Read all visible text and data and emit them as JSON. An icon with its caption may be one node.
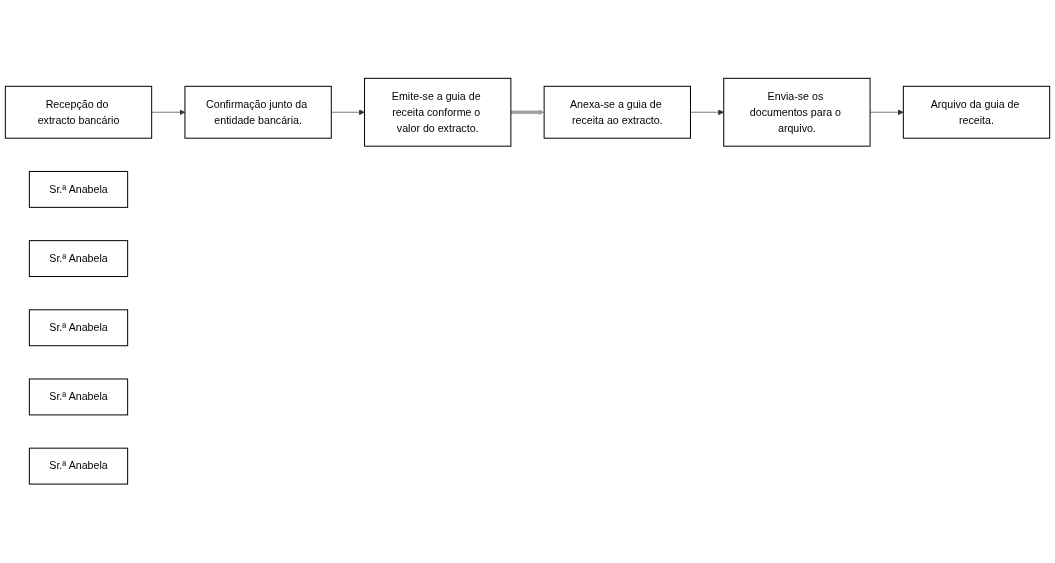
{
  "diagram": {
    "nodes": [
      {
        "text": [
          "Recepção do extracto bancário"
        ]
      },
      {
        "text": [
          "Confirmação junto da entidade bancária."
        ]
      },
      {
        "text": [
          "Emite-se a guia de receita conforme o valor do extracto."
        ]
      },
      {
        "text": [
          "Sr.ª Anabela"
        ]
      },
      {
        "text": [
          "Sr.ª Anabela"
        ]
      },
      {
        "text": [
          "Arquivo da guia de receita."
        ]
      },
      {
        "text": [
          "Envia-se os documentos para o arquivo."
        ]
      },
      {
        "text": [
          "Anexa-se a guia de receita ao extracto."
        ]
      },
      {
        "text": [
          "Sr.ª Anabela"
        ]
      },
      {
        "text": [
          "Sr.ª Anabela"
        ]
      },
      {
        "text": [
          "Sr.ª Anabela"
        ]
      }
    ],
    "edges": [
      {
        "from": 0,
        "to": 1,
        "arrow": "to"
      },
      {
        "from": 1,
        "to": 2,
        "arrow": "to"
      },
      {
        "from": 2,
        "to": 7,
        "arrow": "to",
        "style": "thick",
        "color": "#a0a0a0"
      },
      {
        "from": 7,
        "to": 6,
        "arrow": "to"
      },
      {
        "from": 6,
        "to": 5,
        "arrow": "to"
      }
    ]
  }
}
